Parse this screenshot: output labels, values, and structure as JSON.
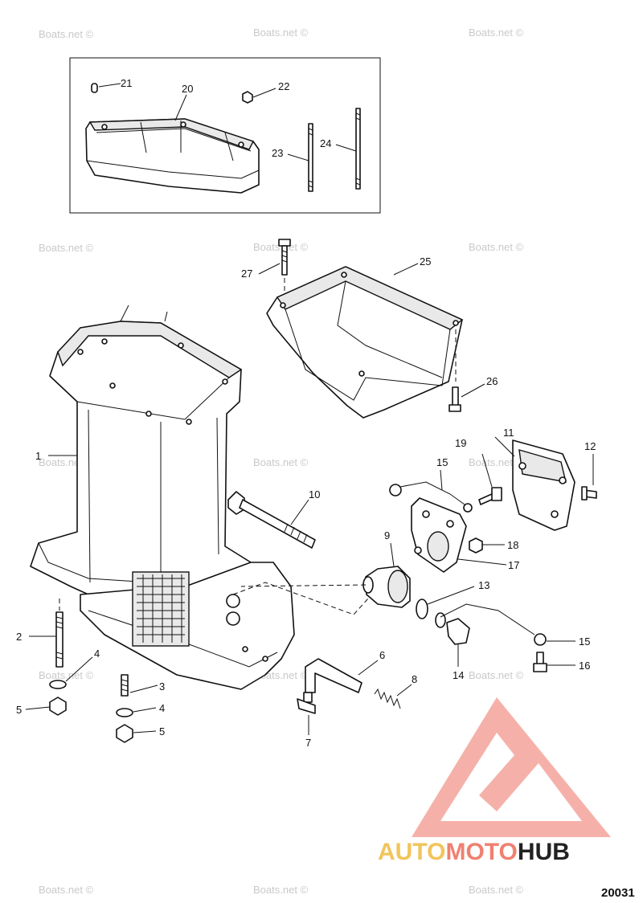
{
  "watermark": "Boats.net ©",
  "figure_number": "20031",
  "logo": {
    "parts": [
      "AUTO",
      "MOTO",
      "HUB"
    ],
    "colors": {
      "auto": "#f2c45a",
      "moto": "#f08070",
      "hub": "#222222",
      "triangle": "#f4a8a0"
    }
  },
  "callouts": {
    "c1": "1",
    "c2": "2",
    "c3": "3",
    "c4": "4",
    "c4b": "4",
    "c5": "5",
    "c5b": "5",
    "c6": "6",
    "c7": "7",
    "c8": "8",
    "c9": "9",
    "c10": "10",
    "c11": "11",
    "c12": "12",
    "c13": "13",
    "c14": "14",
    "c15": "15",
    "c15b": "15",
    "c16": "16",
    "c17": "17",
    "c18": "18",
    "c19": "19",
    "c20": "20",
    "c21": "21",
    "c22": "22",
    "c23": "23",
    "c24": "24",
    "c25": "25",
    "c26": "26",
    "c27": "27"
  }
}
